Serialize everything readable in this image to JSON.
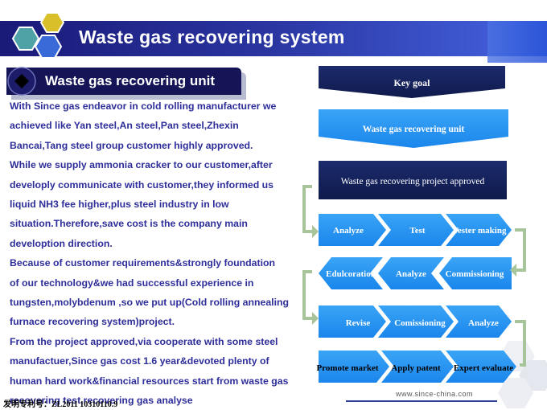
{
  "title": "Waste gas recovering system",
  "subtitle": "Waste gas recovering unit",
  "body_lines": [
    "With Since gas endeavor in cold rolling manufacturer we",
    "achieved like Yan steel,An steel,Pan steel,Zhexin",
    "Bancai,Tang steel group customer highly approved.",
    "While we supply ammonia cracker to our customer,after",
    "developly communicate with customer,they informed us",
    "liquid NH3 fee higher,plus steel industry in low",
    "situation.Therefore,save cost is the company main",
    "develoption direction.",
    "Because of customer requirements&strongly foundation",
    "of our technology&we had successful experience in",
    "tungsten,molybdenum ,so we put up(Cold rolling annealing",
    "furnace recovering system)project.",
    "From the project approved,via cooperate with some steel",
    "manufactuer,Since gas cost 1.6 year&devoted plenty of",
    "human hard work&financial resources start from waste gas",
    "recovering test,recovering gas analyse"
  ],
  "flow": {
    "key_goal": "Key goal",
    "unit": "Waste gas recovering unit",
    "approved": "Waste gas recovering project approved",
    "row1": [
      "Analyze",
      "Test",
      "Tester making"
    ],
    "row2": [
      "Edulcoration",
      "Analyze",
      "Commissioning"
    ],
    "row3": [
      "Revise",
      "Comissioning",
      "Analyze"
    ],
    "row4": [
      "Promote market",
      "Apply patent",
      "Expert evaluate"
    ]
  },
  "website": "www.since-china.com",
  "footer_note": "发明专利号：ZL2011 10310110.9",
  "colors": {
    "title_bar": "#1a1a78",
    "sub_header": "#141456",
    "body_text": "#2e2e9a",
    "step_blue": "#1d8ff0",
    "dark_navy": "#152260",
    "bracket": "#a8c49a"
  },
  "icons": {
    "logo": "hexagon-cluster-icon",
    "bullet": "diamond-icon",
    "decoration": "hexagon-pattern-icon"
  }
}
